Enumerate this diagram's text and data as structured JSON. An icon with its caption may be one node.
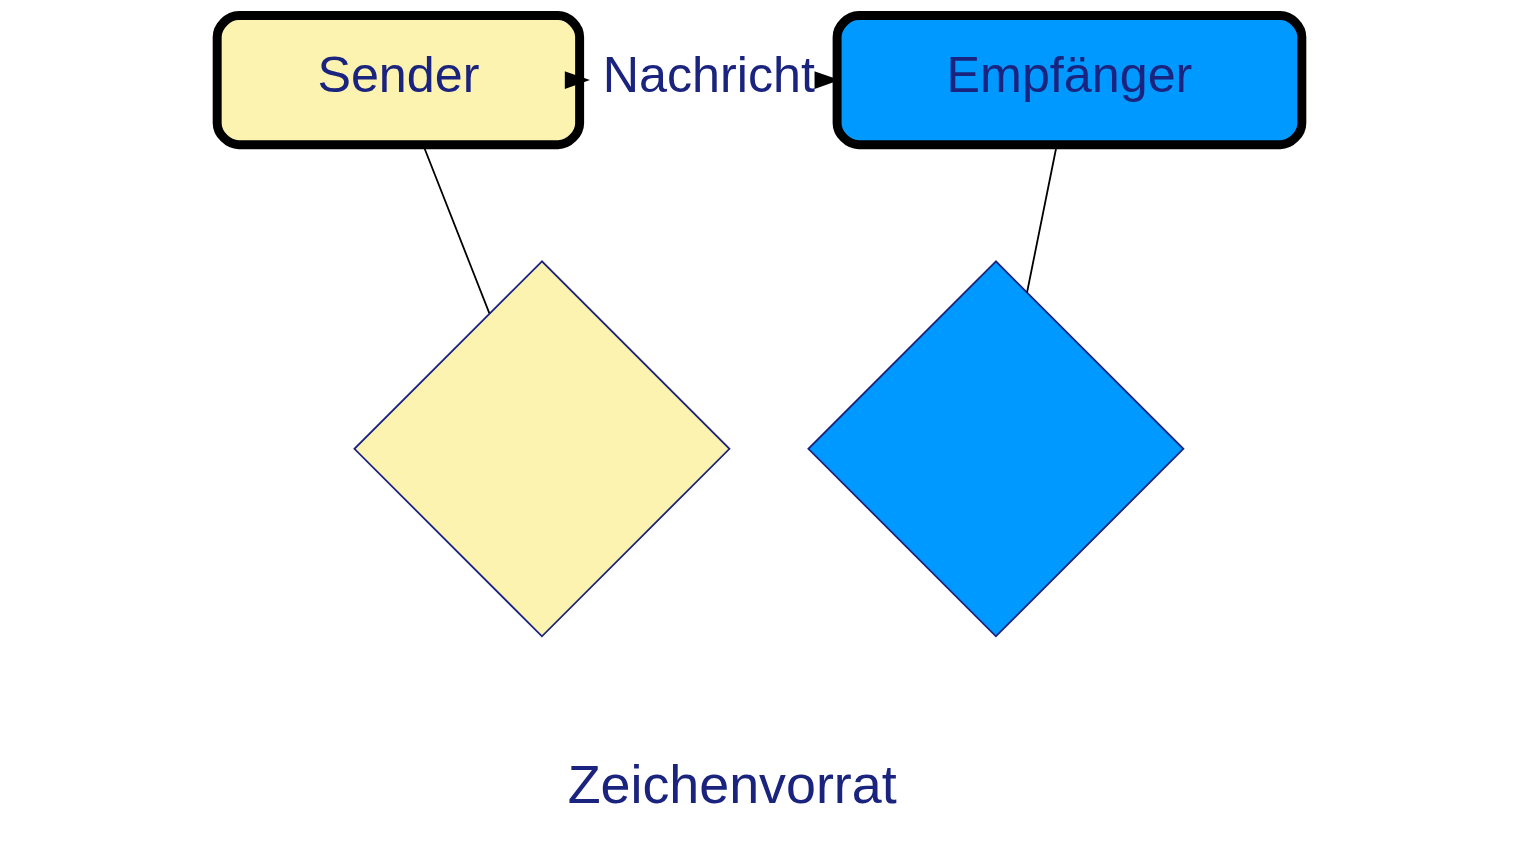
{
  "diagram": {
    "nodes": [
      {
        "text": [
          "Sender"
        ]
      },
      {
        "text": [
          "Nachricht"
        ]
      },
      {
        "text": [
          "Empfänger"
        ]
      },
      {
        "text": [],
        "shape": "diamond"
      },
      {
        "text": [],
        "shape": "diamond"
      }
    ],
    "edges": [
      {
        "from": 0,
        "to": 1,
        "arrow": "to"
      },
      {
        "from": 1,
        "to": 2,
        "arrow": "to"
      },
      {
        "from": 0,
        "to": 3,
        "arrow": "none"
      },
      {
        "from": 2,
        "to": 4,
        "arrow": "none"
      }
    ],
    "labels": [
      "Zeichenvorrat"
    ]
  }
}
